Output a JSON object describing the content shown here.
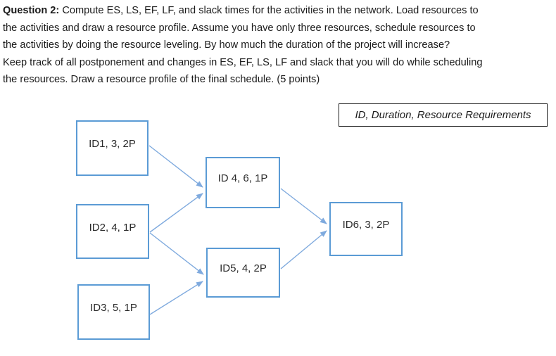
{
  "question": {
    "bold": "Question 2:",
    "lines": [
      " Compute ES, LS, EF, LF, and slack times for the activities in the network. Load resources to",
      "the activities and draw a resource profile. Assume you have only three resources, schedule resources to",
      "the activities by doing the resource leveling. By how much the duration of the project will increase?",
      "Keep track of all postponement and changes in ES, EF, LS, LF and slack that you will do while scheduling",
      "the resources. Draw a resource profile of the final schedule. (5 points)"
    ]
  },
  "legend": {
    "label": "ID, Duration, Resource Requirements"
  },
  "diagram": {
    "nodes": [
      {
        "id": "ID1",
        "label": "ID1, 3, 2P",
        "duration": 3,
        "resources": "2P"
      },
      {
        "id": "ID2",
        "label": "ID2, 4, 1P",
        "duration": 4,
        "resources": "1P"
      },
      {
        "id": "ID3",
        "label": "ID3, 5, 1P",
        "duration": 5,
        "resources": "1P"
      },
      {
        "id": "ID4",
        "label": "ID 4, 6, 1P",
        "duration": 6,
        "resources": "1P"
      },
      {
        "id": "ID5",
        "label": "ID5, 4, 2P",
        "duration": 4,
        "resources": "2P"
      },
      {
        "id": "ID6",
        "label": "ID6, 3, 2P",
        "duration": 3,
        "resources": "2P"
      }
    ],
    "edges": [
      {
        "from": "ID1",
        "to": "ID4"
      },
      {
        "from": "ID2",
        "to": "ID4"
      },
      {
        "from": "ID2",
        "to": "ID5"
      },
      {
        "from": "ID3",
        "to": "ID5"
      },
      {
        "from": "ID4",
        "to": "ID6"
      },
      {
        "from": "ID5",
        "to": "ID6"
      }
    ]
  },
  "colors": {
    "box_border": "#5b9bd5",
    "arrow": "#7faade",
    "legend_border": "#1a1a1a",
    "text": "#1b1b1b"
  }
}
